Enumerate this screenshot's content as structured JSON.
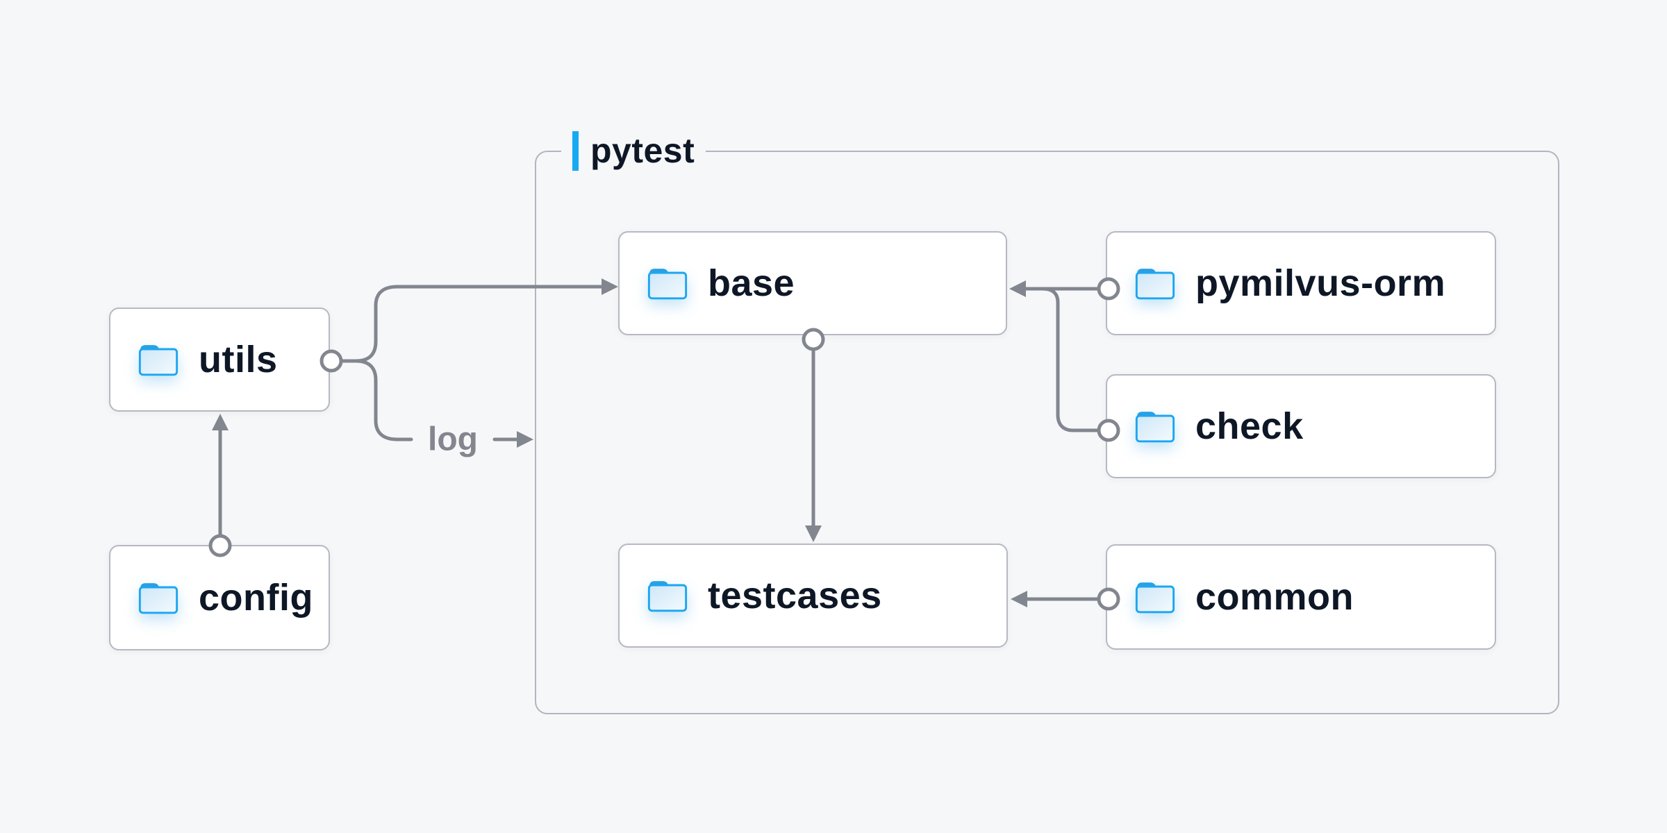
{
  "group": {
    "label": "pytest",
    "accent_color": "#16aaf2",
    "border_color": "#b2b4c0"
  },
  "nodes": {
    "utils": {
      "label": "utils"
    },
    "config": {
      "label": "config"
    },
    "base": {
      "label": "base"
    },
    "testcases": {
      "label": "testcases"
    },
    "pymilvus_orm": {
      "label": "pymilvus-orm"
    },
    "check": {
      "label": "check"
    },
    "common": {
      "label": "common"
    }
  },
  "edges": {
    "config_to_utils": {
      "from": "config",
      "to": "utils"
    },
    "utils_to_base": {
      "from": "utils",
      "to": "base"
    },
    "utils_log": {
      "from": "utils",
      "to": "pytest",
      "label": "log"
    },
    "base_to_testcases": {
      "from": "base",
      "to": "testcases"
    },
    "pymilvus_orm_to_base": {
      "from": "pymilvus-orm",
      "to": "base"
    },
    "check_to_base": {
      "from": "check",
      "to": "base"
    },
    "common_to_testcases": {
      "from": "common",
      "to": "testcases"
    }
  },
  "colors": {
    "background": "#f6f7f8",
    "node_fill": "#ffffff",
    "node_border": "#b6b8c3",
    "wire": "#82868f",
    "text": "#0e1726",
    "edge_label_text": "#83868f",
    "folder_stroke": "#1ca6f1",
    "folder_tab": "#2aa0e2"
  }
}
